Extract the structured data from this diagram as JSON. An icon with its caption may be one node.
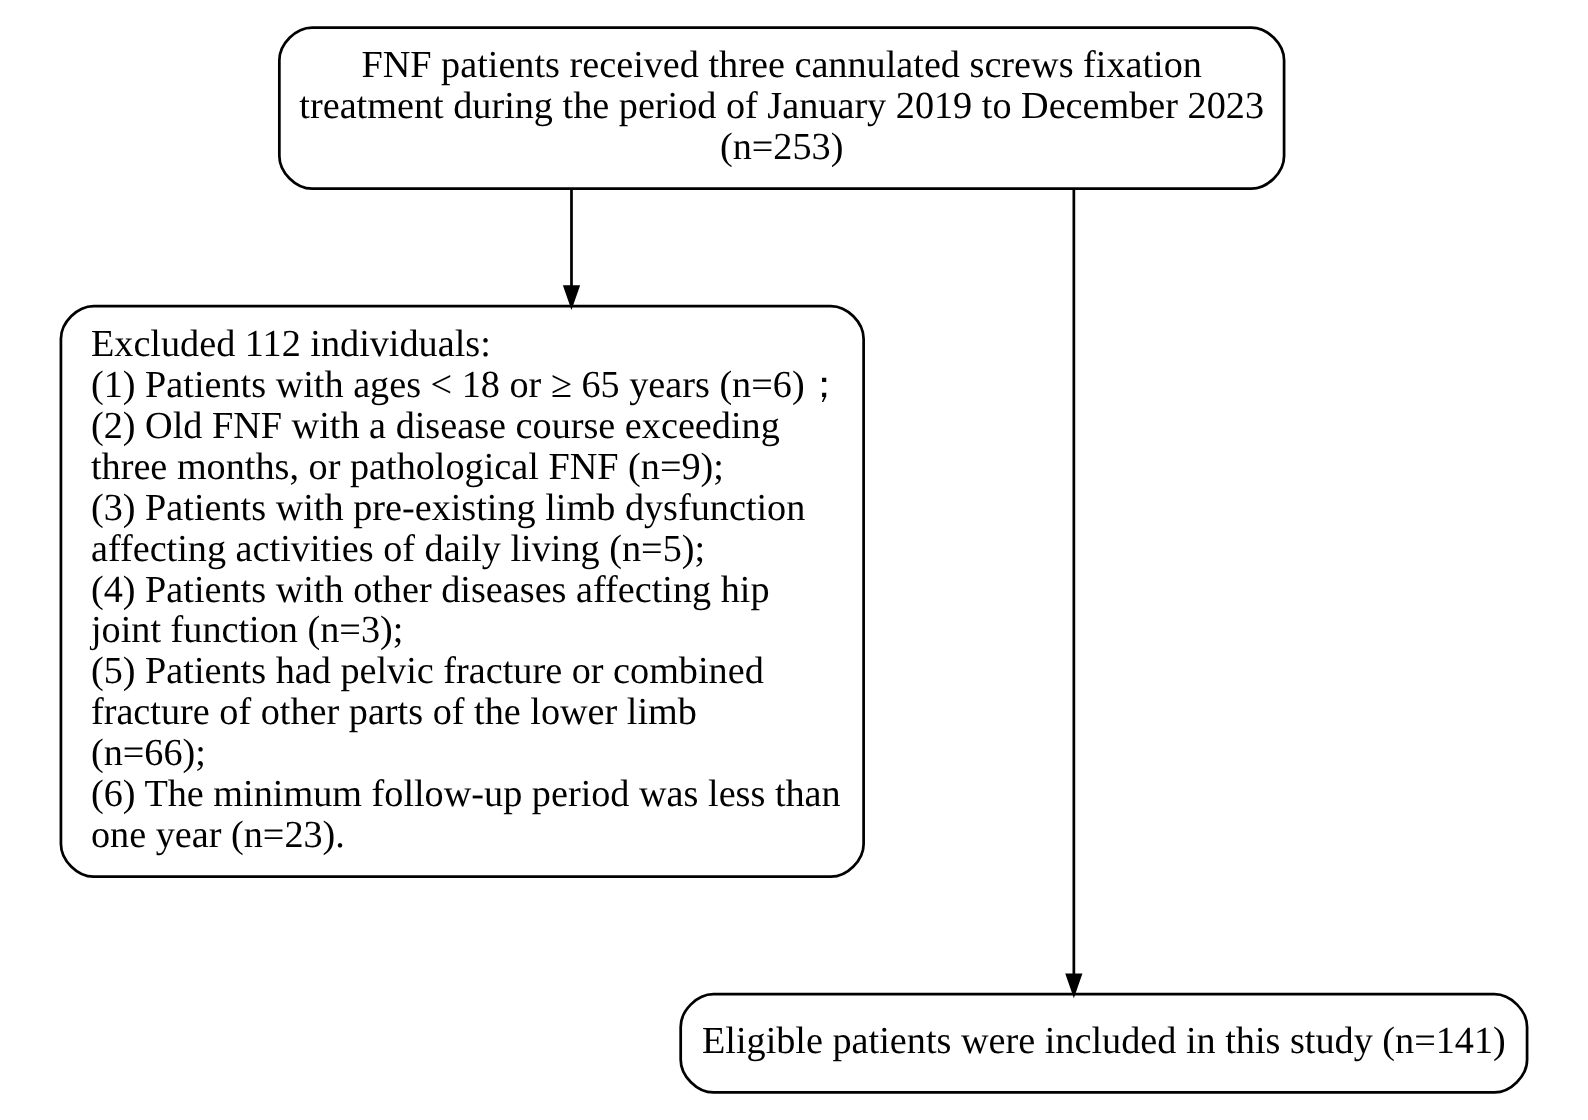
{
  "diagram": {
    "nodes": [
      {
        "text": [
          "FNF patients received three cannulated screws fixation treatment during the period of January 2019 to December 2023 (n=253)"
        ]
      },
      {
        "text": [
          "Excluded 112 individuals:",
          "(1) Patients with ages < 18 or ≥ 65 years (n=6)；",
          "(2) Old FNF with a disease course exceeding three months, or pathological FNF (n=9);",
          "(3) Patients with pre-existing limb dysfunction affecting activities of daily living (n=5);",
          "(4) Patients with other diseases affecting hip joint function (n=3);",
          "(5) Patients had pelvic fracture or combined fracture of other parts of the lower limb (n=66);",
          "(6) The minimum follow-up period was less than one year (n=23)."
        ]
      },
      {
        "text": [
          "Eligible patients were included in this study (n=141)"
        ]
      }
    ],
    "edges": [
      {
        "from": 0,
        "to": 1,
        "arrow": "to"
      },
      {
        "from": 0,
        "to": 2,
        "arrow": "to"
      }
    ]
  }
}
